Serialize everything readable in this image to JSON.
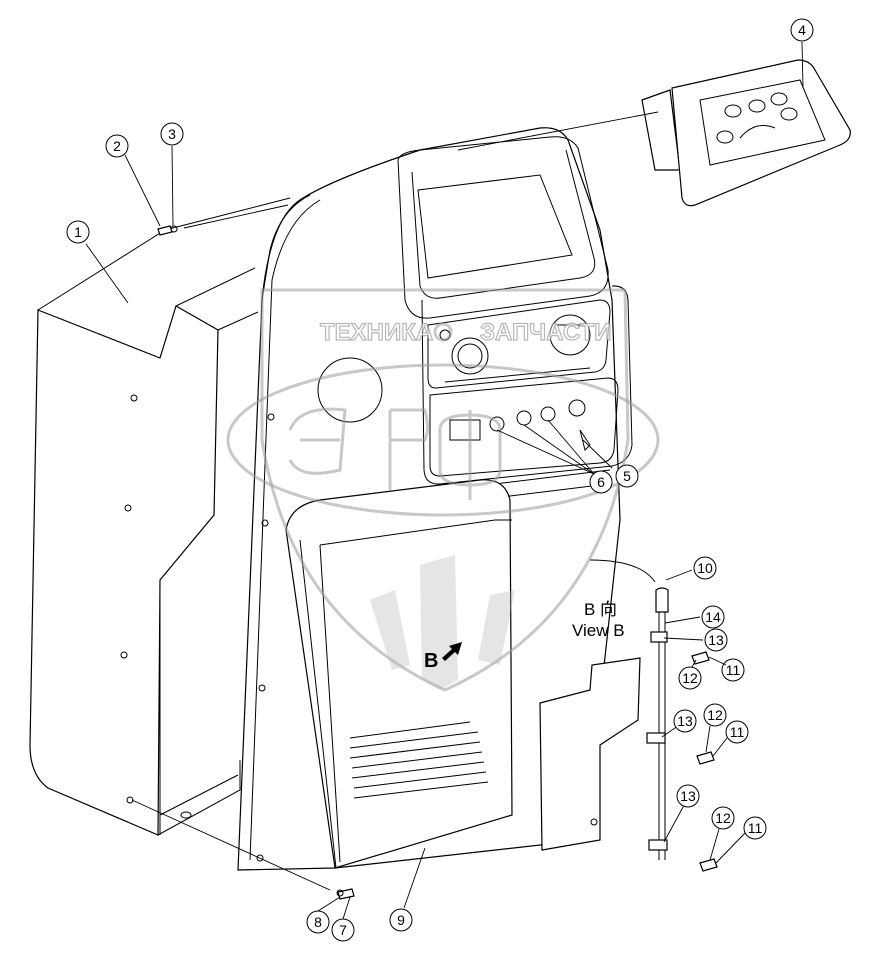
{
  "watermark": {
    "left_word": "ТЕХНИКА",
    "right_word": "ЗАПЧАСТИ"
  },
  "view_label": {
    "line1": "B 向",
    "line2": "View B"
  },
  "arrow_label": "B",
  "callouts": [
    "1",
    "2",
    "3",
    "4",
    "5",
    "6",
    "7",
    "8",
    "9",
    "10",
    "11",
    "12",
    "13",
    "14"
  ]
}
